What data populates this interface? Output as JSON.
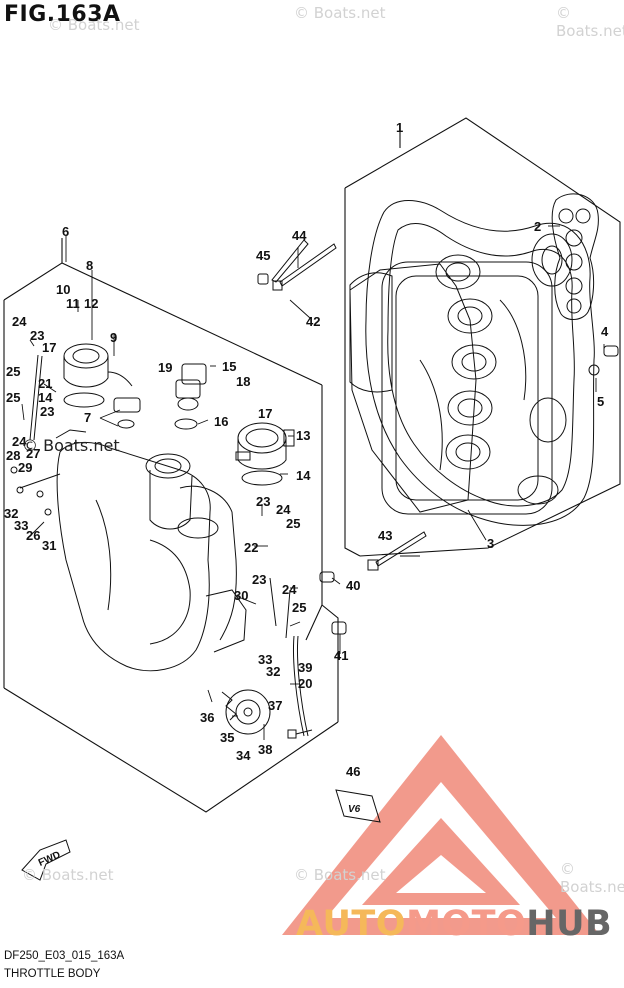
{
  "figure": {
    "title": "FIG.163A"
  },
  "footer": {
    "model_code": "DF250_E03_015_163A",
    "section_name": "THROTTLE BODY"
  },
  "watermark": {
    "text": "© Boats.net"
  },
  "brand": {
    "part1": "AUTO",
    "part2": "MOTO",
    "part3": "HUB"
  },
  "colors": {
    "line": "#111111",
    "triangle": "#f29a8c",
    "auto": "#f5b85a",
    "moto": "#f59a8a",
    "hub": "#666666"
  },
  "callouts": [
    "1",
    "2",
    "3",
    "4",
    "5",
    "6",
    "7",
    "8",
    "9",
    "10",
    "11",
    "12",
    "13",
    "14",
    "15",
    "16",
    "17",
    "18",
    "19",
    "20",
    "21",
    "22",
    "23",
    "24",
    "25",
    "26",
    "27",
    "28",
    "29",
    "30",
    "31",
    "32",
    "33",
    "34",
    "35",
    "36",
    "37",
    "38",
    "39",
    "40",
    "41",
    "42",
    "43",
    "44",
    "45",
    "46"
  ],
  "badges": {
    "fwd": "FWD",
    "v6": "V6"
  }
}
